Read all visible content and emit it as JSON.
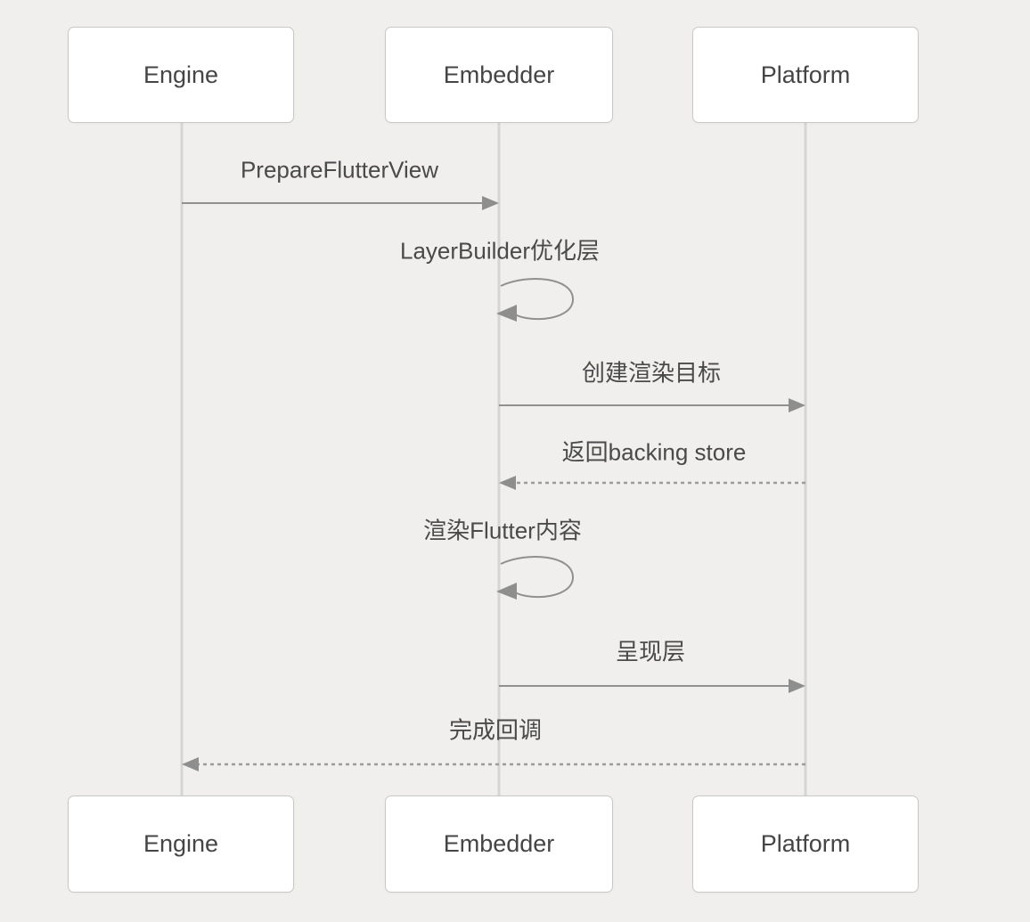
{
  "diagram_type": "sequence-diagram",
  "actors": [
    {
      "name": "Engine"
    },
    {
      "name": "Embedder"
    },
    {
      "name": "Platform"
    }
  ],
  "messages": [
    {
      "from": "Engine",
      "to": "Embedder",
      "label": "PrepareFlutterView",
      "line": "solid"
    },
    {
      "from": "Embedder",
      "to": "Embedder",
      "label": "LayerBuilder优化层",
      "line": "self-loop"
    },
    {
      "from": "Embedder",
      "to": "Platform",
      "label": "创建渲染目标",
      "line": "solid"
    },
    {
      "from": "Platform",
      "to": "Embedder",
      "label": "返回backing store",
      "line": "dashed"
    },
    {
      "from": "Embedder",
      "to": "Embedder",
      "label": "渲染Flutter内容",
      "line": "self-loop"
    },
    {
      "from": "Embedder",
      "to": "Platform",
      "label": "呈现层",
      "line": "solid"
    },
    {
      "from": "Platform",
      "to": "Engine",
      "label": "完成回调",
      "line": "dashed"
    }
  ],
  "colors": {
    "background": "#f0efed",
    "box_fill": "#ffffff",
    "box_border": "#c8c8c6",
    "lifeline": "#d5d5d3",
    "arrow": "#909090",
    "arrowhead": "#8e8e8e",
    "text": "#4a4a4a"
  }
}
